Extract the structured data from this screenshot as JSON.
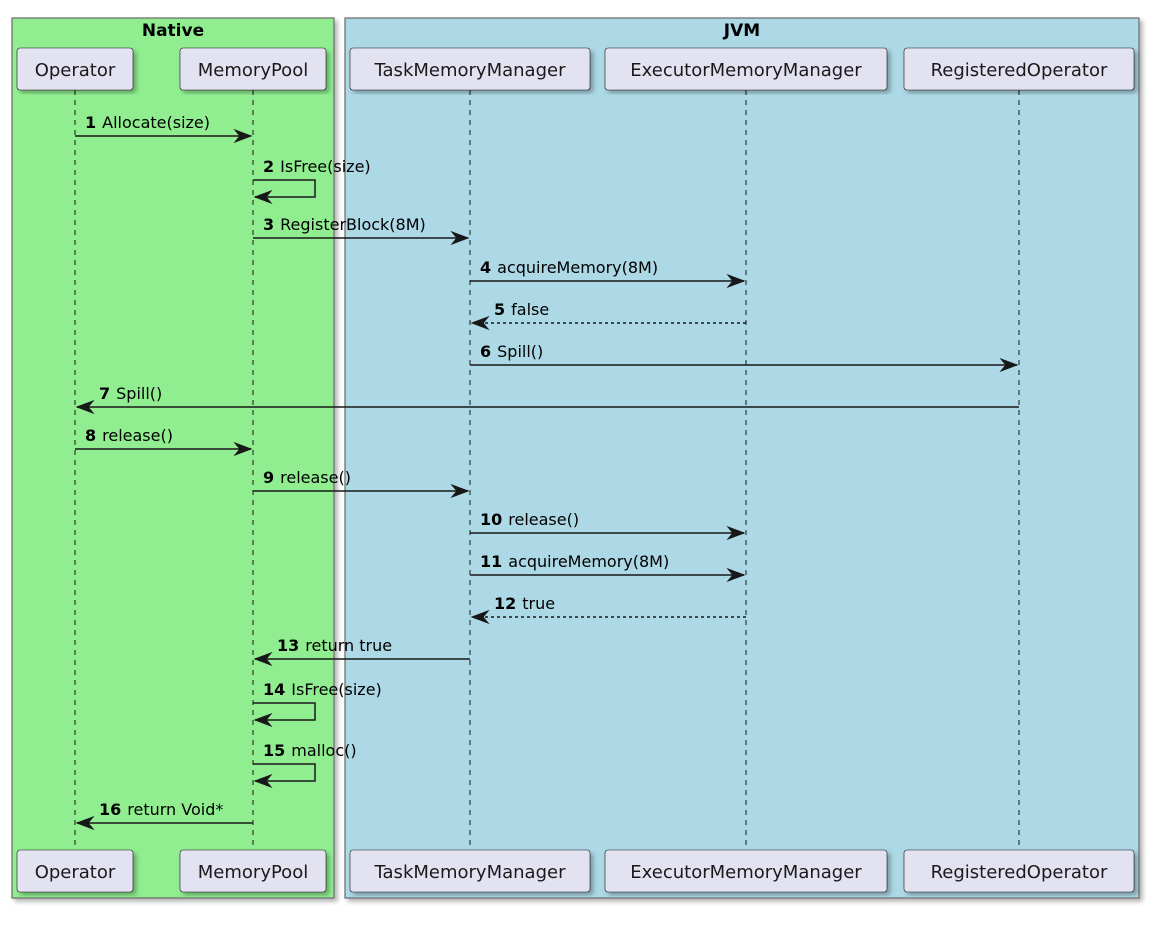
{
  "boxes": [
    {
      "id": "native",
      "title": "Native",
      "color": "#90ee90"
    },
    {
      "id": "jvm",
      "title": "JVM",
      "color": "#add8e6"
    }
  ],
  "participants": [
    {
      "id": "operator",
      "label": "Operator",
      "box": "native"
    },
    {
      "id": "memorypool",
      "label": "MemoryPool",
      "box": "native"
    },
    {
      "id": "taskmemorymanager",
      "label": "TaskMemoryManager",
      "box": "jvm"
    },
    {
      "id": "executormemorymanager",
      "label": "ExecutorMemoryManager",
      "box": "jvm"
    },
    {
      "id": "registeredoperator",
      "label": "RegisteredOperator",
      "box": "jvm"
    }
  ],
  "messages": [
    {
      "num": "1",
      "text": "Allocate(size)",
      "from": "operator",
      "to": "memorypool",
      "kind": "sync"
    },
    {
      "num": "2",
      "text": "IsFree(size)",
      "from": "memorypool",
      "to": "memorypool",
      "kind": "self"
    },
    {
      "num": "3",
      "text": "RegisterBlock(8M)",
      "from": "memorypool",
      "to": "taskmemorymanager",
      "kind": "sync"
    },
    {
      "num": "4",
      "text": "acquireMemory(8M)",
      "from": "taskmemorymanager",
      "to": "executormemorymanager",
      "kind": "sync"
    },
    {
      "num": "5",
      "text": "false",
      "from": "executormemorymanager",
      "to": "taskmemorymanager",
      "kind": "return"
    },
    {
      "num": "6",
      "text": "Spill()",
      "from": "taskmemorymanager",
      "to": "registeredoperator",
      "kind": "sync"
    },
    {
      "num": "7",
      "text": "Spill()",
      "from": "registeredoperator",
      "to": "operator",
      "kind": "sync"
    },
    {
      "num": "8",
      "text": "release()",
      "from": "operator",
      "to": "memorypool",
      "kind": "sync"
    },
    {
      "num": "9",
      "text": "release()",
      "from": "memorypool",
      "to": "taskmemorymanager",
      "kind": "sync"
    },
    {
      "num": "10",
      "text": "release()",
      "from": "taskmemorymanager",
      "to": "executormemorymanager",
      "kind": "sync"
    },
    {
      "num": "11",
      "text": "acquireMemory(8M)",
      "from": "taskmemorymanager",
      "to": "executormemorymanager",
      "kind": "sync"
    },
    {
      "num": "12",
      "text": "true",
      "from": "executormemorymanager",
      "to": "taskmemorymanager",
      "kind": "return"
    },
    {
      "num": "13",
      "text": "return true",
      "from": "taskmemorymanager",
      "to": "memorypool",
      "kind": "sync"
    },
    {
      "num": "14",
      "text": "IsFree(size)",
      "from": "memorypool",
      "to": "memorypool",
      "kind": "self"
    },
    {
      "num": "15",
      "text": "malloc()",
      "from": "memorypool",
      "to": "memorypool",
      "kind": "self"
    },
    {
      "num": "16",
      "text": "return Void*",
      "from": "memorypool",
      "to": "operator",
      "kind": "sync"
    }
  ],
  "colors": {
    "participant_fill": "#e2e2f0",
    "participant_stroke": "#181818",
    "box_stroke": "#6a6a6a",
    "line": "#181818"
  }
}
